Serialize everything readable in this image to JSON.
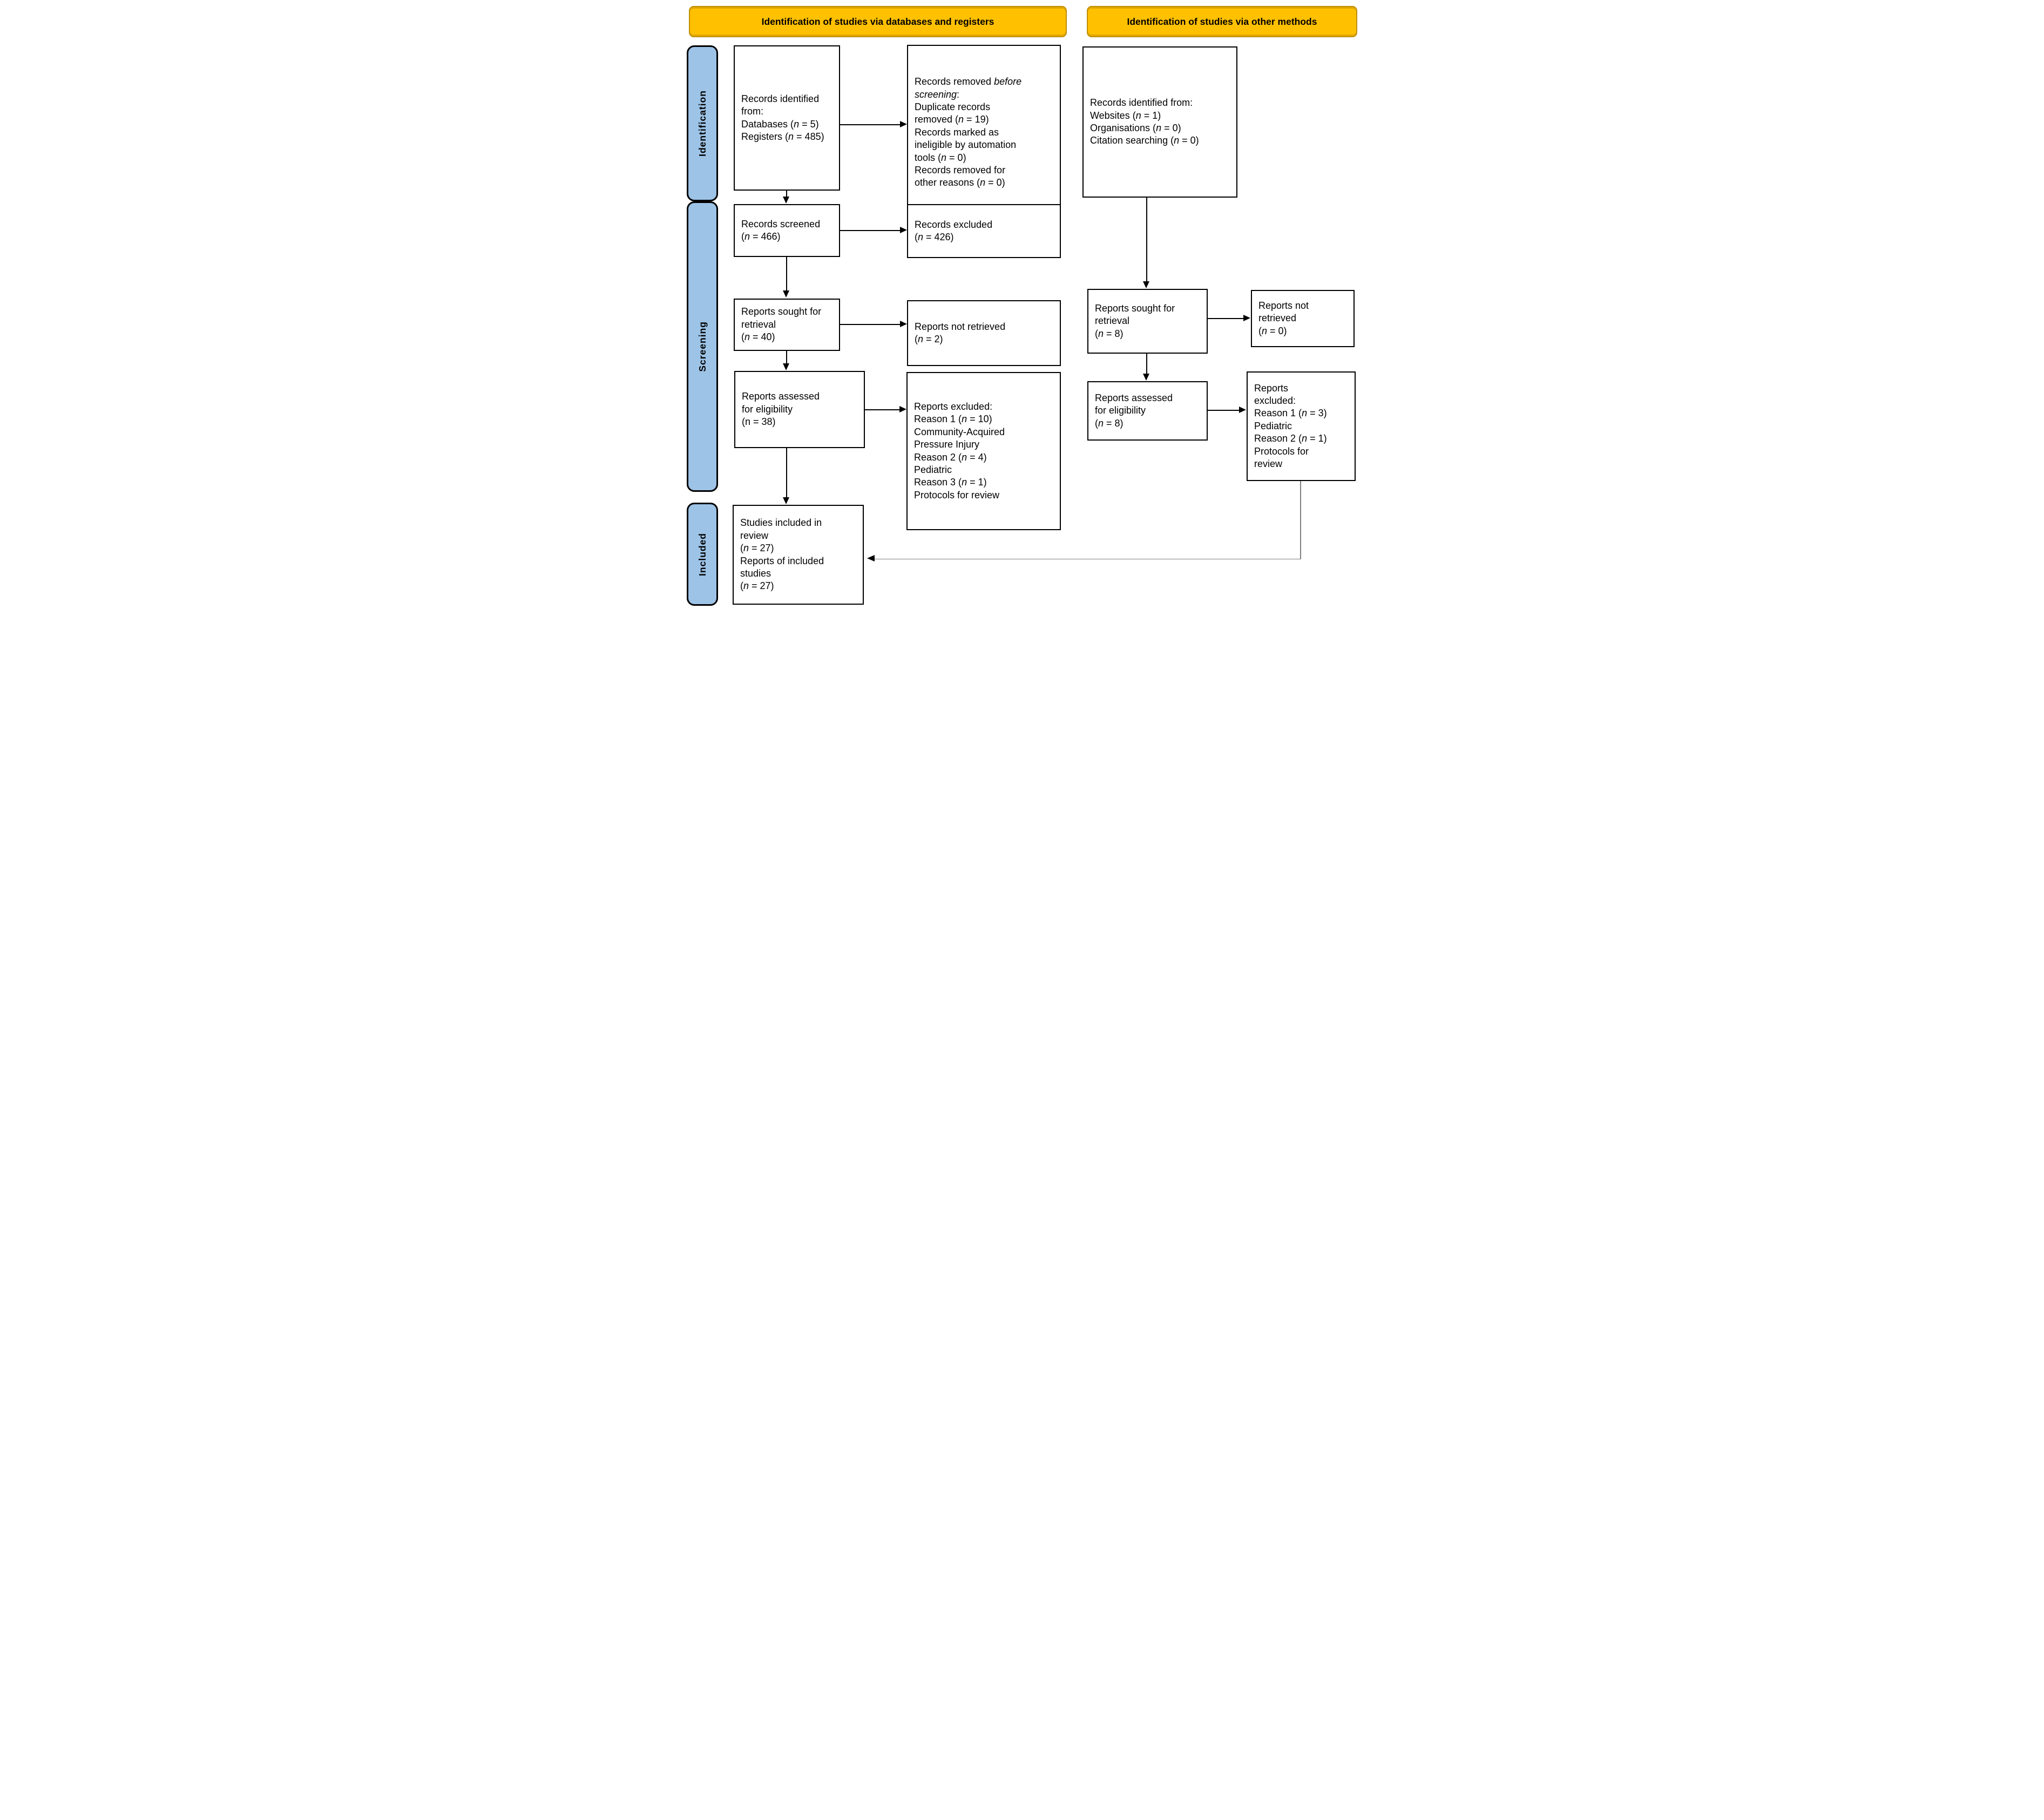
{
  "colors": {
    "header_bg": "#FFC000",
    "header_border": "#BF8F00",
    "label_bg": "#9DC3E6",
    "label_border": "#000000",
    "box_border": "#000000",
    "arrow": "#000000",
    "elbow_line": "#7F7F7F"
  },
  "headers": {
    "left": "Identification of studies via databases and registers",
    "right": "Identification of studies via other methods"
  },
  "side_labels": {
    "identification": "Identification",
    "screening": "Screening",
    "included": "Included"
  },
  "boxes": {
    "records_identified": "Records identified\nfrom:\nDatabases (_n_ = 5)\nRegisters (_n_ = 485)",
    "records_removed": "Records removed _before_\n_screening_:\nDuplicate records\nremoved (_n_ = 19)\nRecords marked as\nineligible by automation\ntools (_n_ = 0)\nRecords removed for\nother reasons (_n_ = 0)",
    "records_screened": "Records screened\n(_n_ = 466)",
    "records_excluded": "Records excluded\n(_n_ = 426)",
    "reports_sought": "Reports sought for\nretrieval\n(_n_ = 40)",
    "reports_not_retrieved": "Reports not retrieved\n(_n_ = 2)",
    "reports_assessed": "Reports assessed\nfor eligibility\n(n = 38)",
    "reports_excluded": "Reports excluded:\nReason 1 (_n_ = 10)\nCommunity-Acquired\nPressure Injury\nReason 2 (_n_ = 4)\nPediatric\nReason 3 (_n_ = 1)\nProtocols for review",
    "studies_included": "Studies included in\nreview\n(_n_ = 27)\nReports of included\nstudies\n(_n_ = 27)",
    "other_records_identified": "Records identified from:\nWebsites (_n_ = 1)\nOrganisations (_n_ = 0)\nCitation searching (_n_ = 0)",
    "other_reports_sought": "Reports sought for\nretrieval\n(_n_ = 8)",
    "other_reports_not_retrieved": "Reports not\nretrieved\n(_n_ = 0)",
    "other_reports_assessed": "Reports assessed\nfor eligibility\n(_n_ = 8)",
    "other_reports_excluded": "Reports\nexcluded:\nReason 1 (_n_ = 3)\nPediatric\nReason 2 (_n_ = 1)\nProtocols for\nreview"
  }
}
